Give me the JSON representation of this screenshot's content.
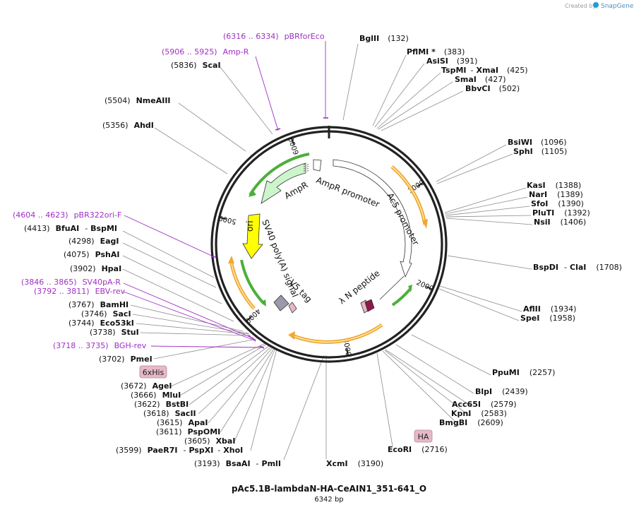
{
  "app": {
    "credit": "Created by",
    "brand": "SnapGene",
    "brand_icon": "snapgene-logo-icon"
  },
  "map": {
    "name": "pAc5.1B-lambdaN-HA-CeAIN1_351-641_O",
    "length_label": "6342 bp",
    "total_bp": 6342,
    "ticks": [
      "1000",
      "2000",
      "3000",
      "4000",
      "5000",
      "6000"
    ],
    "tick_positions": [
      1000,
      2000,
      3000,
      4000,
      5000,
      6000
    ]
  },
  "right_labels": [
    {
      "name": "BglII",
      "pos": "(132)"
    },
    {
      "name": "PflMI *",
      "pos": "(383)"
    },
    {
      "name": "AsiSI",
      "pos": "(391)"
    },
    {
      "name": "TspMI",
      "name2": "XmaI",
      "pos": "(425)"
    },
    {
      "name": "SmaI",
      "pos": "(427)"
    },
    {
      "name": "BbvCI",
      "pos": "(502)"
    },
    {
      "name": "BsiWI",
      "pos": "(1096)"
    },
    {
      "name": "SphI",
      "pos": "(1105)"
    },
    {
      "name": "KasI",
      "pos": "(1388)"
    },
    {
      "name": "NarI",
      "pos": "(1389)"
    },
    {
      "name": "SfoI",
      "pos": "(1390)"
    },
    {
      "name": "PluTI",
      "pos": "(1392)"
    },
    {
      "name": "NsiI",
      "pos": "(1406)"
    },
    {
      "name": "BspDI",
      "name2": "ClaI",
      "pos": "(1708)"
    },
    {
      "name": "AflII",
      "pos": "(1934)"
    },
    {
      "name": "SpeI",
      "pos": "(1958)"
    },
    {
      "name": "PpuMI",
      "pos": "(2257)"
    },
    {
      "name": "BlpI",
      "pos": "(2439)"
    },
    {
      "name": "Acc65I",
      "pos": "(2579)"
    },
    {
      "name": "KpnI",
      "pos": "(2583)"
    },
    {
      "name": "BmgBI",
      "pos": "(2609)"
    },
    {
      "name": "EcoRI",
      "pos": "(2716)"
    },
    {
      "name": "XcmI",
      "pos": "(3190)"
    }
  ],
  "left_labels": [
    {
      "pos": "(5836)",
      "name": "ScaI"
    },
    {
      "pos": "(5504)",
      "name": "NmeAIII"
    },
    {
      "pos": "(5356)",
      "name": "AhdI"
    },
    {
      "pos": "(4413)",
      "name": "BfuAI",
      "name2": "BspMI"
    },
    {
      "pos": "(4298)",
      "name": "EagI"
    },
    {
      "pos": "(4075)",
      "name": "PshAI"
    },
    {
      "pos": "(3902)",
      "name": "HpaI"
    },
    {
      "pos": "(3767)",
      "name": "BamHI"
    },
    {
      "pos": "(3746)",
      "name": "SacI"
    },
    {
      "pos": "(3744)",
      "name": "Eco53kI"
    },
    {
      "pos": "(3738)",
      "name": "StuI"
    },
    {
      "pos": "(3702)",
      "name": "PmeI"
    },
    {
      "pos": "(3672)",
      "name": "AgeI"
    },
    {
      "pos": "(3666)",
      "name": "MluI"
    },
    {
      "pos": "(3622)",
      "name": "BstBI"
    },
    {
      "pos": "(3618)",
      "name": "SacII"
    },
    {
      "pos": "(3615)",
      "name": "ApaI"
    },
    {
      "pos": "(3611)",
      "name": "PspOMI"
    },
    {
      "pos": "(3605)",
      "name": "XbaI"
    },
    {
      "pos": "(3599)",
      "name": "PaeR7I",
      "name2": "PspXI",
      "name3": "XhoI"
    },
    {
      "pos": "(3193)",
      "name": "BsaAI",
      "name2": "PmlI"
    }
  ],
  "primers": [
    {
      "range": "(6316 .. 6334)",
      "name": "pBRforEco"
    },
    {
      "range": "(5906 .. 5925)",
      "name": "Amp-R"
    },
    {
      "range": "(4604 .. 4623)",
      "name": "pBR322ori-F"
    },
    {
      "range": "(3846 .. 3865)",
      "name": "SV40pA-R"
    },
    {
      "range": "(3792 .. 3811)",
      "name": "EBV-rev"
    },
    {
      "range": "(3718 .. 3735)",
      "name": "BGH-rev"
    }
  ],
  "tags": {
    "six_his": "6xHis",
    "ha": "HA"
  },
  "features": {
    "ampr": "AmpR",
    "ampr_promoter": "AmpR promoter",
    "ac5_promoter": "Ac5 promoter",
    "ori": "ori",
    "sv40": "SV40 poly(A) signal",
    "v5": "V5 tag",
    "lambda_n": "λ N peptide"
  },
  "colors": {
    "primer": "#a02fc4",
    "ampr": "#ccf5cc",
    "ori": "#ffff00",
    "orf": "#f0a830",
    "orf_inner": "#ffe9b0",
    "tag_box": "#e6b8c8",
    "lambda_n": "#8b1a4a",
    "v5": "#9a9aa8",
    "snapgene": "#1f9bd7"
  }
}
